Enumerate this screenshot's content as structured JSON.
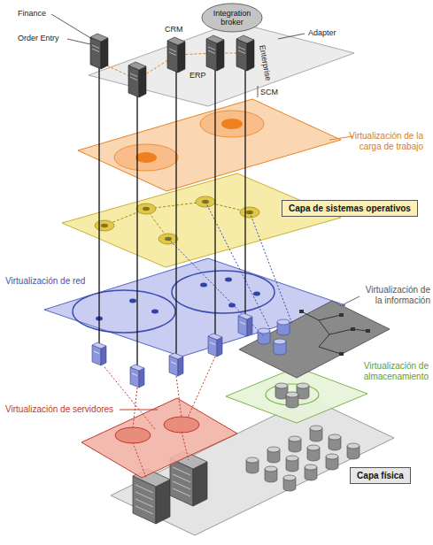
{
  "diagram": {
    "nodes": [
      {
        "text": [
          "Integration broker"
        ]
      },
      {
        "text": [
          "Capa de sistemas operativos"
        ]
      },
      {
        "text": [
          "Capa física"
        ]
      }
    ],
    "labels": [
      "Finance",
      "Order Entry",
      "CRM",
      "Adapter",
      "ERP",
      "Enterprise",
      "SCM",
      "Virtualización de la carga de trabajo",
      "Virtualización de red",
      "Virtualización de la información",
      "Virtualización de almacenamiento",
      "Virtualización de servidores"
    ]
  }
}
